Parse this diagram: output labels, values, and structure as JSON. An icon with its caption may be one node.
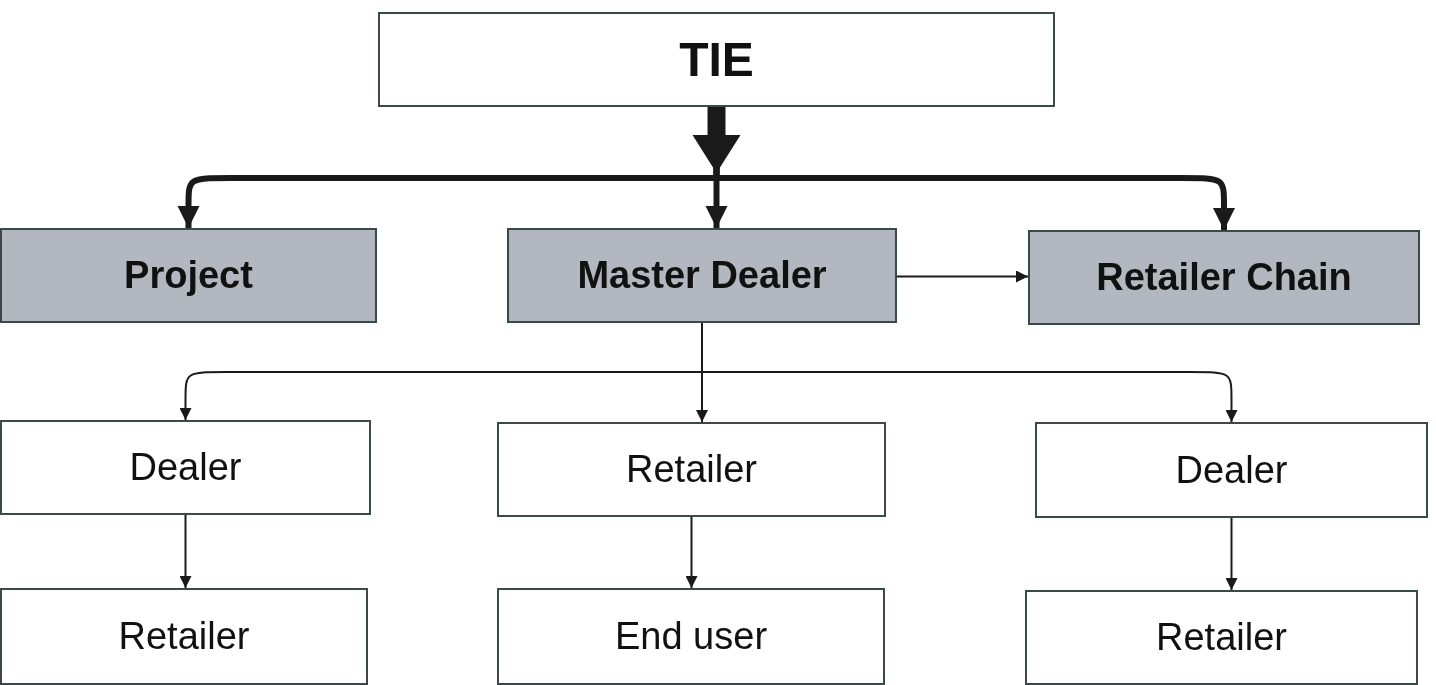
{
  "diagram": {
    "nodes": [
      {
        "text": [
          "TIE"
        ]
      },
      {
        "text": [
          "Project"
        ]
      },
      {
        "text": [
          "Master Dealer"
        ]
      },
      {
        "text": [
          "Retailer Chain"
        ]
      },
      {
        "text": [
          "Dealer"
        ]
      },
      {
        "text": [
          "Retailer"
        ]
      },
      {
        "text": [
          "Dealer"
        ]
      },
      {
        "text": [
          "Retailer"
        ]
      },
      {
        "text": [
          "End user"
        ]
      },
      {
        "text": [
          "Retailer"
        ]
      }
    ],
    "edges": [
      {
        "from": 0,
        "to": 1,
        "arrow": "to",
        "style": "thick"
      },
      {
        "from": 0,
        "to": 2,
        "arrow": "to",
        "style": "thick"
      },
      {
        "from": 0,
        "to": 3,
        "arrow": "to",
        "style": "thick"
      },
      {
        "from": 2,
        "to": 3,
        "arrow": "to"
      },
      {
        "from": 2,
        "to": 4,
        "arrow": "to"
      },
      {
        "from": 2,
        "to": 5,
        "arrow": "to"
      },
      {
        "from": 2,
        "to": 6,
        "arrow": "to"
      },
      {
        "from": 4,
        "to": 7,
        "arrow": "to"
      },
      {
        "from": 5,
        "to": 8,
        "arrow": "to"
      },
      {
        "from": 6,
        "to": 9,
        "arrow": "to"
      }
    ]
  }
}
